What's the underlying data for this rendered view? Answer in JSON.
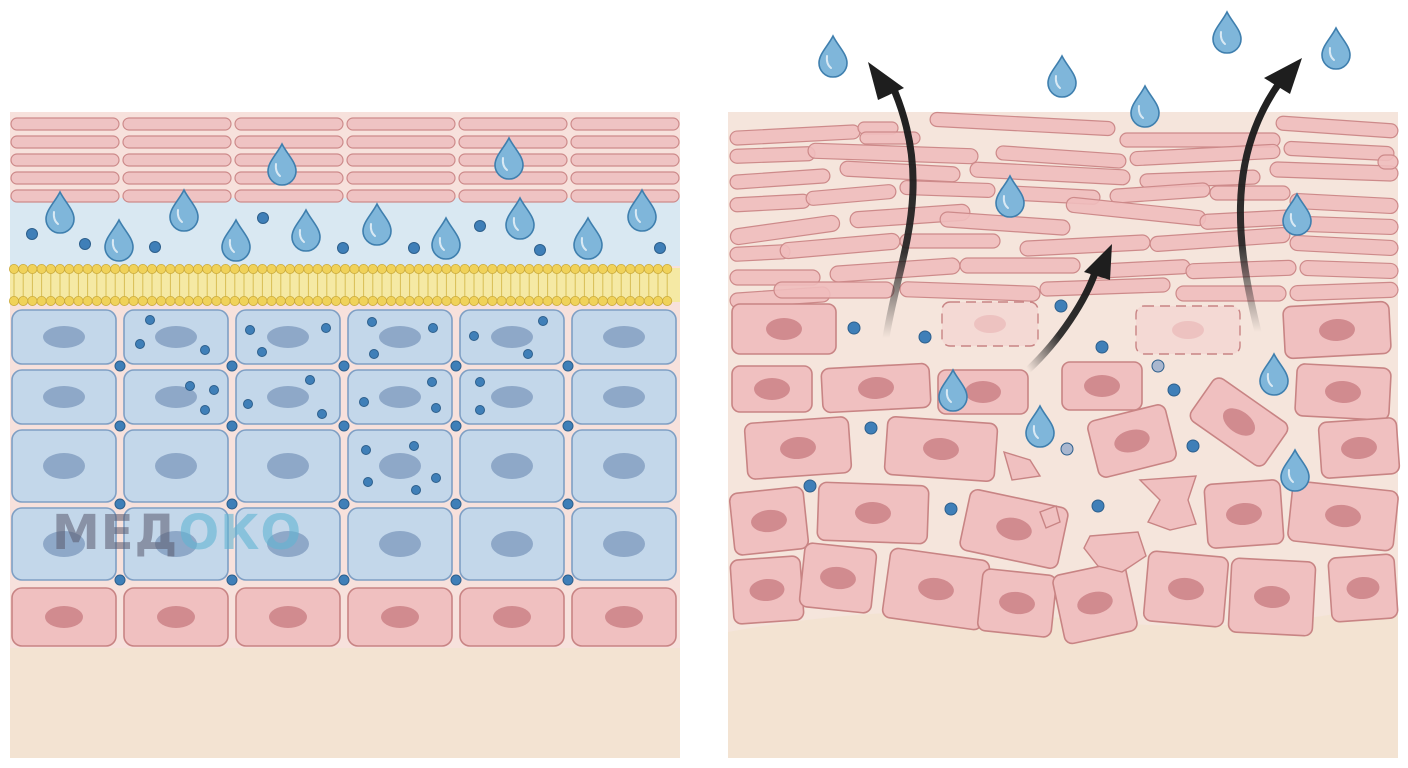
{
  "watermark": {
    "text_main": "МЕД",
    "text_accent": "ОКО"
  },
  "panels": [
    {
      "name": "healthy-skin-barrier"
    },
    {
      "name": "damaged-skin-barrier"
    }
  ],
  "icons": {
    "water": "water-droplet-icon",
    "molecule": "molecule-dot-icon",
    "evaporation": "evaporation-arrow-icon"
  },
  "colors": {
    "corneocyte_fill": "#efc3c3",
    "corneocyte_stroke": "#cd8a8a",
    "hydrated_layer": "#d9e8f2",
    "lipid_head": "#f0d25a",
    "lipid_tail": "#f5e9a4",
    "blue_cell_fill": "#c3d7ea",
    "blue_cell_stroke": "#7f9fc4",
    "blue_nucleus": "#8ea8c8",
    "pink_cell_fill": "#f0c0c0",
    "pink_cell_stroke": "#c88484",
    "pink_nucleus": "#d18b8f",
    "drop_fill": "#7fb6da",
    "drop_stroke": "#3f7fae",
    "molecule": "#3f7fb8",
    "dermis": "#f3e3d2",
    "arrow": "#1e1e1e"
  }
}
